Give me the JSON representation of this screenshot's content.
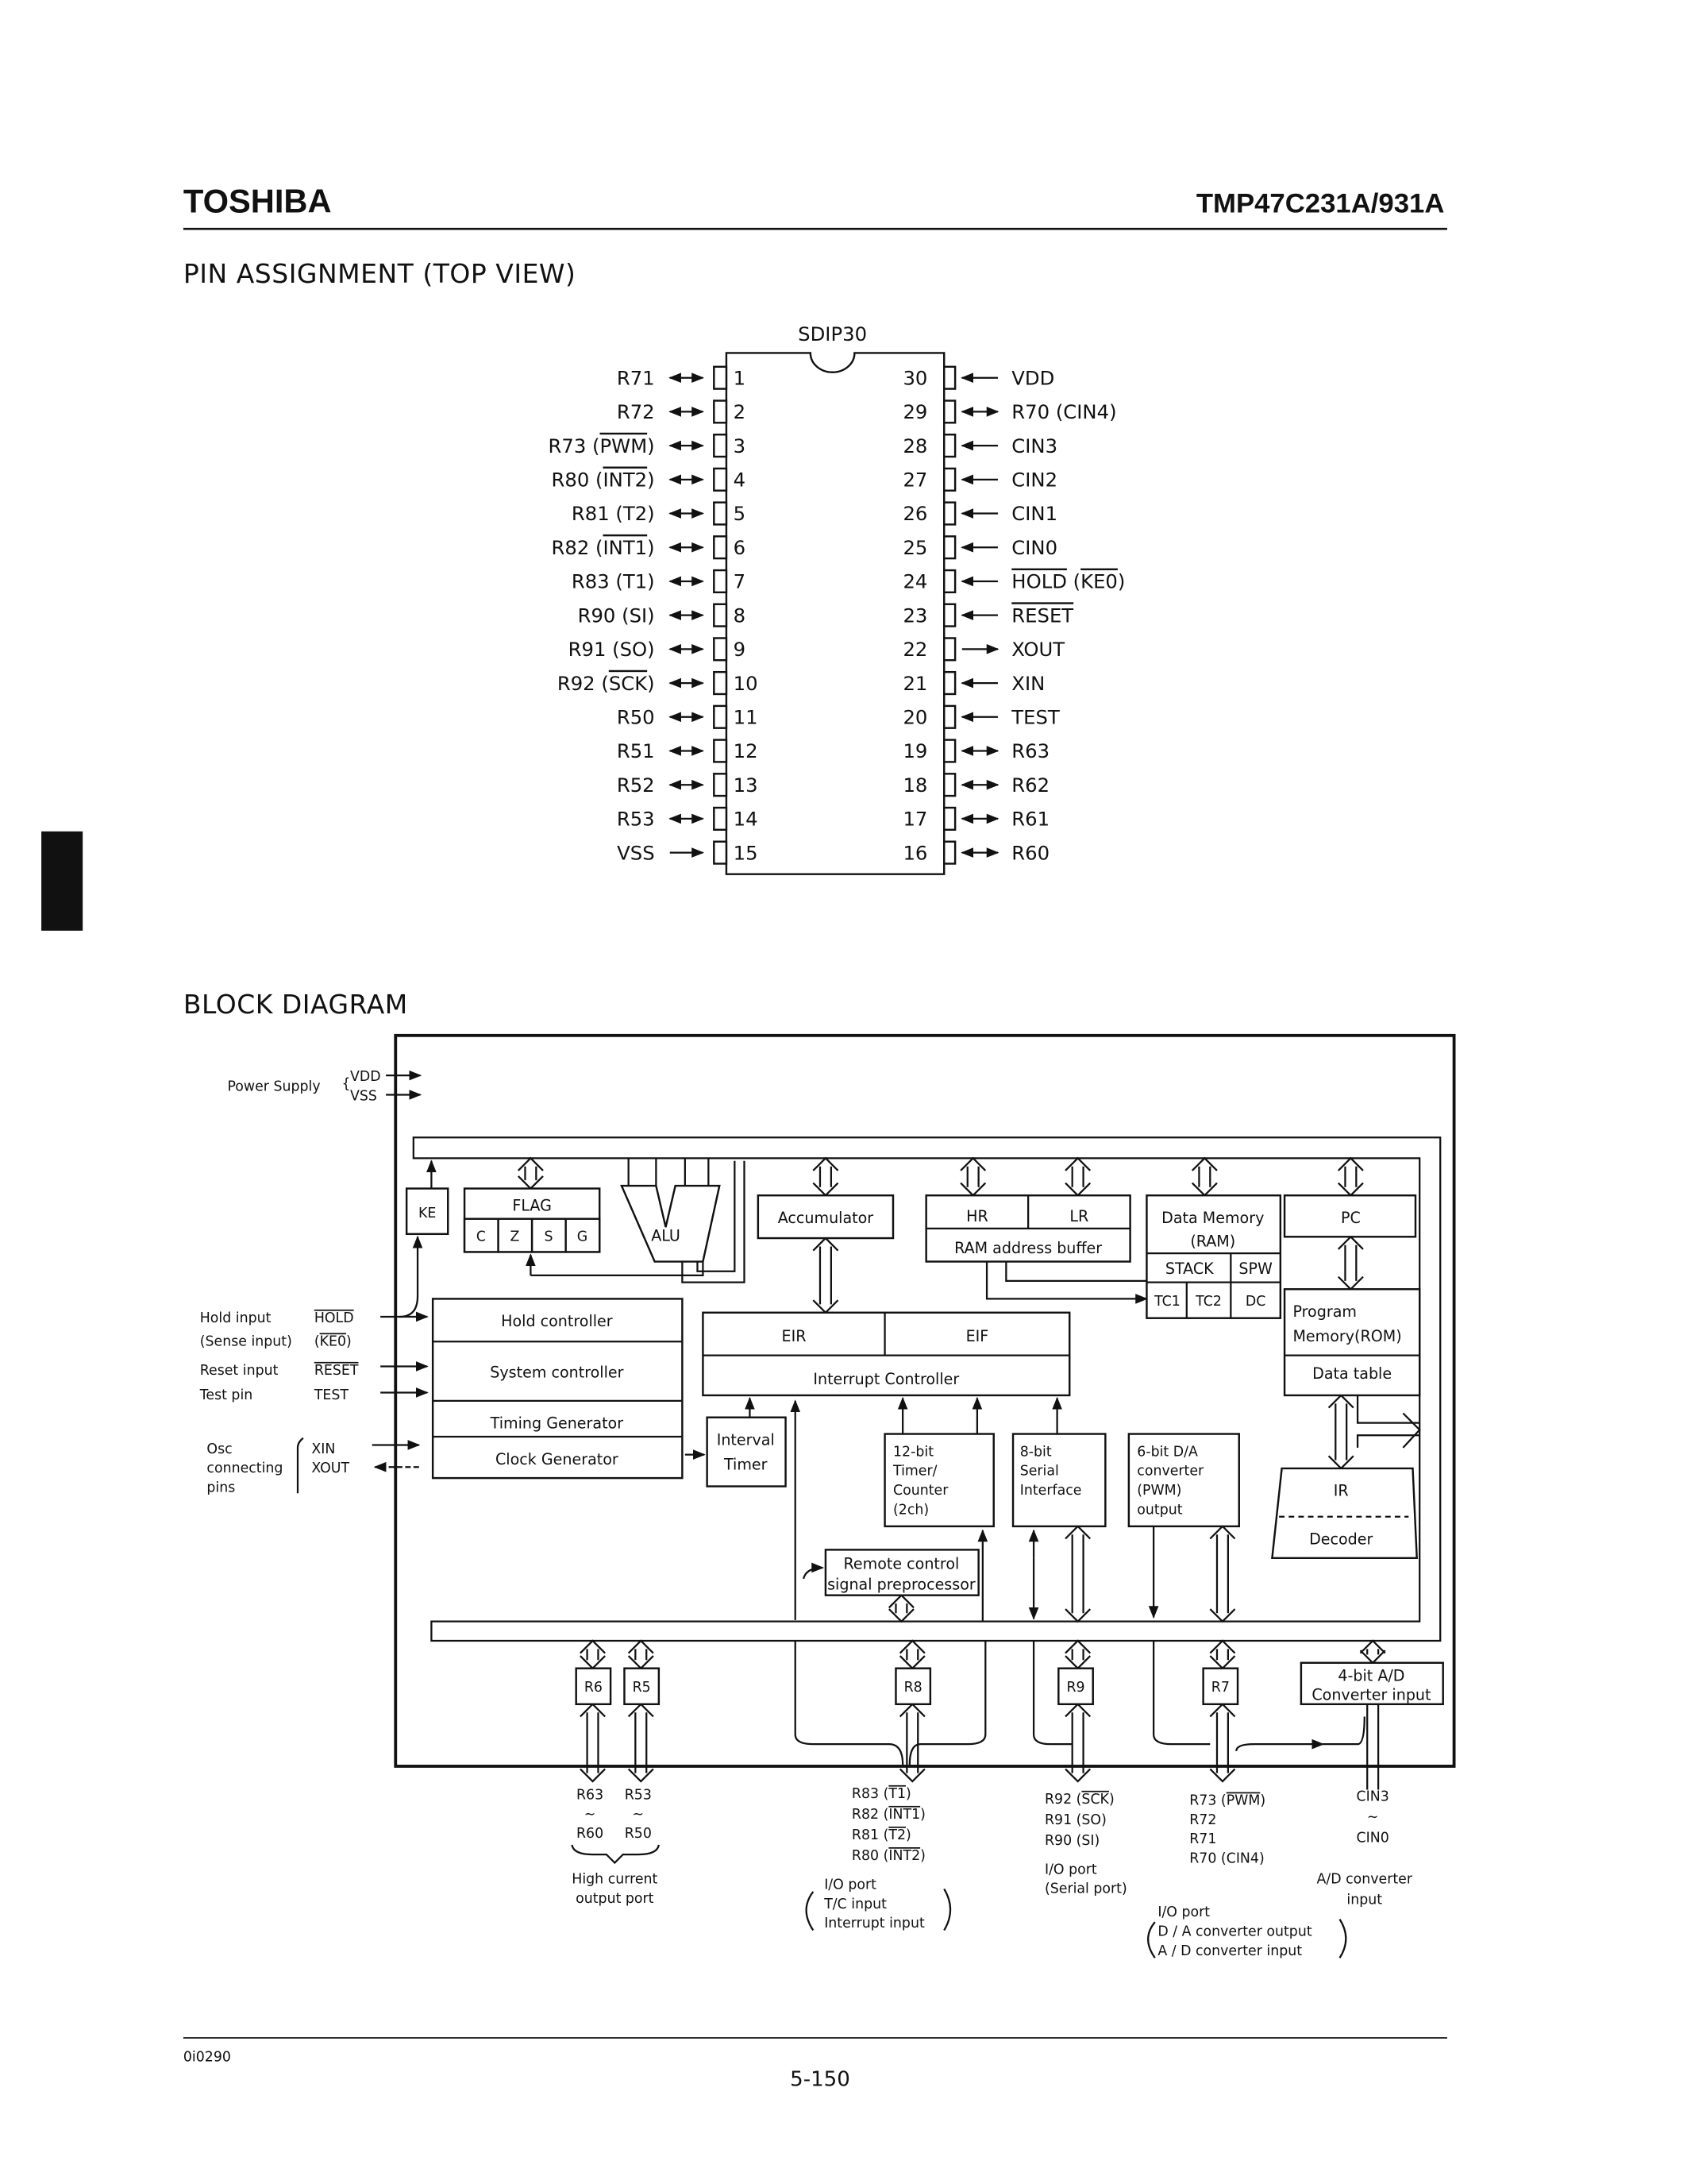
{
  "header": {
    "brand": "TOSHIBA",
    "part_number": "TMP47C231A/931A"
  },
  "pin_section": {
    "title": "PIN ASSIGNMENT (TOP VIEW)",
    "package": "SDIP30",
    "left_pins": [
      {
        "pin": "1",
        "label": [
          "R71"
        ],
        "dir": "io"
      },
      {
        "pin": "2",
        "label": [
          "R72"
        ],
        "dir": "io"
      },
      {
        "pin": "3",
        "label": [
          "R73 (",
          "PWM",
          ")"
        ],
        "dir": "io"
      },
      {
        "pin": "4",
        "label": [
          "R80 (",
          "INT2",
          ")"
        ],
        "dir": "io"
      },
      {
        "pin": "5",
        "label": [
          "R81 (T2)"
        ],
        "dir": "io"
      },
      {
        "pin": "6",
        "label": [
          "R82 (",
          "INT1",
          ")"
        ],
        "dir": "io"
      },
      {
        "pin": "7",
        "label": [
          "R83 (T1)"
        ],
        "dir": "io"
      },
      {
        "pin": "8",
        "label": [
          "R90 (SI)"
        ],
        "dir": "io"
      },
      {
        "pin": "9",
        "label": [
          "R91 (SO)"
        ],
        "dir": "io"
      },
      {
        "pin": "10",
        "label": [
          "R92 (",
          "SCK",
          ")"
        ],
        "dir": "io"
      },
      {
        "pin": "11",
        "label": [
          "R50"
        ],
        "dir": "io"
      },
      {
        "pin": "12",
        "label": [
          "R51"
        ],
        "dir": "io"
      },
      {
        "pin": "13",
        "label": [
          "R52"
        ],
        "dir": "io"
      },
      {
        "pin": "14",
        "label": [
          "R53"
        ],
        "dir": "io"
      },
      {
        "pin": "15",
        "label": [
          "VSS"
        ],
        "dir": "in"
      }
    ],
    "right_pins": [
      {
        "pin": "30",
        "label": [
          "VDD"
        ],
        "dir": "in"
      },
      {
        "pin": "29",
        "label": [
          "R70 (CIN4)"
        ],
        "dir": "io"
      },
      {
        "pin": "28",
        "label": [
          "CIN3"
        ],
        "dir": "in"
      },
      {
        "pin": "27",
        "label": [
          "CIN2"
        ],
        "dir": "in"
      },
      {
        "pin": "26",
        "label": [
          "CIN1"
        ],
        "dir": "in"
      },
      {
        "pin": "25",
        "label": [
          "CIN0"
        ],
        "dir": "in"
      },
      {
        "pin": "24",
        "label": [
          "",
          "HOLD",
          " (",
          "KE0",
          ")"
        ],
        "dir": "in"
      },
      {
        "pin": "23",
        "label": [
          "",
          "RESET"
        ],
        "dir": "in"
      },
      {
        "pin": "22",
        "label": [
          "XOUT"
        ],
        "dir": "out"
      },
      {
        "pin": "21",
        "label": [
          "XIN"
        ],
        "dir": "in"
      },
      {
        "pin": "20",
        "label": [
          "TEST"
        ],
        "dir": "in"
      },
      {
        "pin": "19",
        "label": [
          "R63"
        ],
        "dir": "io"
      },
      {
        "pin": "18",
        "label": [
          "R62"
        ],
        "dir": "io"
      },
      {
        "pin": "17",
        "label": [
          "R61"
        ],
        "dir": "io"
      },
      {
        "pin": "16",
        "label": [
          "R60"
        ],
        "dir": "io"
      }
    ]
  },
  "block_section": {
    "title": "BLOCK DIAGRAM",
    "power": {
      "label": "Power Supply",
      "vdd": "VDD",
      "vss": "VSS"
    },
    "left_signals": {
      "hold_input": "Hold input",
      "hold": "HOLD",
      "sense_input": "(Sense input)",
      "ke0_pre": "(",
      "ke0": "KE0",
      "ke0_post": ")",
      "reset_input": "Reset input",
      "reset": "RESET",
      "test_pin": "Test pin",
      "test": "TEST",
      "osc": [
        "Osc",
        "connecting",
        "pins"
      ],
      "xin": "XIN",
      "xout": "XOUT"
    },
    "blocks": {
      "ke": "KE",
      "flag": "FLAG",
      "flags": [
        "C",
        "Z",
        "S",
        "G"
      ],
      "alu": "ALU",
      "accumulator": "Accumulator",
      "hr": "HR",
      "lr": "LR",
      "ram_address_buffer": "RAM address buffer",
      "data_memory": [
        "Data Memory",
        "(RAM)"
      ],
      "stack": "STACK",
      "spw": "SPW",
      "tc1": "TC1",
      "tc2": "TC2",
      "dc": "DC",
      "pc": "PC",
      "program_memory": [
        "Program",
        "Memory(ROM)"
      ],
      "data_table": "Data table",
      "hold_controller": "Hold controller",
      "system_controller": "System controller",
      "timing_generator": "Timing Generator",
      "clock_generator": "Clock Generator",
      "eir": "EIR",
      "eif": "EIF",
      "interrupt_controller": "Interrupt Controller",
      "interval_timer": [
        "Interval",
        "Timer"
      ],
      "timer_counter": [
        "12-bit",
        "Timer/",
        "Counter",
        "(2ch)"
      ],
      "serial": [
        "8-bit",
        "Serial",
        "Interface"
      ],
      "da": [
        "6-bit D/A",
        "converter",
        "(PWM)",
        "output"
      ],
      "ir": "IR",
      "decoder": "Decoder",
      "remote": [
        "Remote control",
        "signal preprocessor"
      ],
      "ports": [
        "R6",
        "R5",
        "R8",
        "R9",
        "R7"
      ],
      "ad": [
        "4-bit A/D",
        "Converter input"
      ]
    },
    "port_labels": {
      "r6": [
        "R63",
        "~",
        "R60"
      ],
      "r5": [
        "R53",
        "~",
        "R50"
      ],
      "r65_desc": [
        "High current",
        "output port"
      ],
      "r8": [
        [
          "R83 (",
          "T1",
          ")"
        ],
        [
          "R82 (",
          "INT1",
          ")"
        ],
        [
          "R81 (",
          "T2",
          ")"
        ],
        [
          "R80 (",
          "INT2",
          ")"
        ]
      ],
      "r8_desc": [
        "I/O port",
        "T/C input",
        "Interrupt input"
      ],
      "r9": [
        [
          "R92 (",
          "SCK",
          ")"
        ],
        [
          "R91 (SO)"
        ],
        [
          "R90 (SI)"
        ]
      ],
      "r9_desc": [
        "I/O port",
        "(Serial port)"
      ],
      "r7": [
        [
          "R73 (",
          "PWM",
          ")"
        ],
        [
          "R72"
        ],
        [
          "R71"
        ],
        [
          "R70 (CIN4)"
        ]
      ],
      "r7_desc": [
        "I/O port",
        "D / A converter output",
        "A / D converter input"
      ],
      "cin": [
        "CIN3",
        "~",
        "CIN0"
      ],
      "cin_desc": [
        "A/D converter",
        "input"
      ]
    }
  },
  "footer": {
    "code": "0i0290",
    "page": "5-150"
  }
}
